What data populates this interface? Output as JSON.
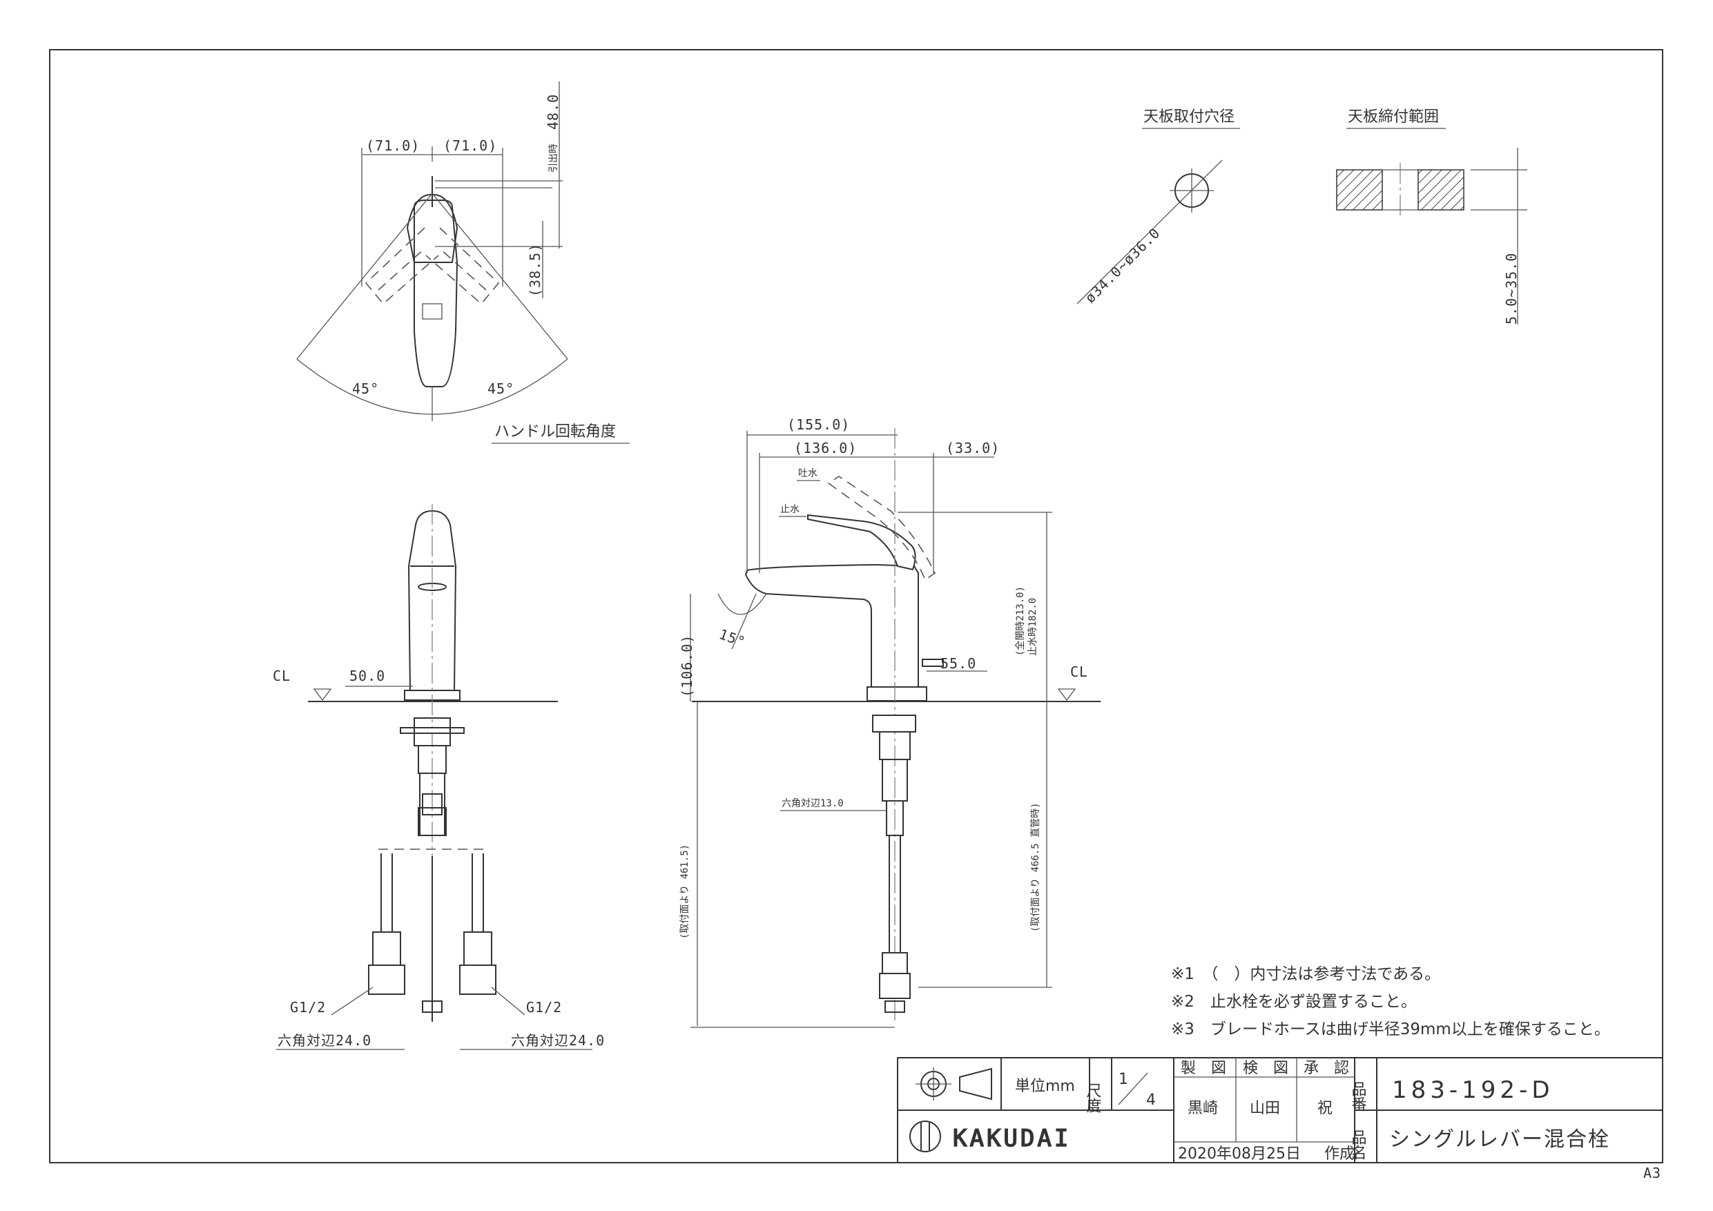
{
  "views": {
    "top": {
      "dim_left": "(71.0)",
      "dim_right": "(71.0)",
      "dim_pull": "48.0",
      "dim_pull_label": "引出時",
      "dim_height": "(38.5)",
      "angle_left": "45°",
      "angle_right": "45°",
      "title": "ハンドル回転角度"
    },
    "front": {
      "cl": "CL",
      "dim_base": "50.0",
      "g_left": "G1/2",
      "g_right": "G1/2",
      "hex_left": "六角対辺24.0",
      "hex_right": "六角対辺24.0"
    },
    "side": {
      "dim_total": "(155.0)",
      "dim_spout": "(136.0)",
      "dim_lever": "(33.0)",
      "label_discharge": "吐水",
      "label_stop": "止水",
      "angle": "15°",
      "dim_spout_height": "(106.0)",
      "dim_full_open": "(全開時213.0)",
      "dim_stop": "止水時182.0",
      "dim_base": "55.0",
      "cl": "CL",
      "hex": "六角対辺13.0",
      "dim_hose_a": "(取付面より 461.5)",
      "dim_hose_b": "(取付面より 466.5 直管時)"
    },
    "hole": {
      "title": "天板取付穴径",
      "dim": "ø34.0~ø36.0"
    },
    "plate": {
      "title": "天板締付範囲",
      "dim": "5.0~35.0"
    }
  },
  "notes": [
    "※1　（　）内寸法は参考寸法である。",
    "※2　止水栓を必ず設置すること。",
    "※3　ブレードホースは曲げ半径39mm以上を確保すること。"
  ],
  "title_block": {
    "unit": "単位mm",
    "scale_label": "尺度",
    "scale_num": "1",
    "scale_den": "4",
    "made_label": "製　図",
    "check_label": "検　図",
    "approve_label": "承　認",
    "made_by": "黒崎",
    "checked_by": "山田",
    "approved_by": "祝",
    "part_no_label": "品番",
    "part_no": "183-192-D",
    "part_name_label": "品名",
    "part_name": "シングルレバー混合栓",
    "company": "KAKUDAI",
    "date": "2020年08月25日",
    "date_suffix": "作成"
  },
  "sheet_size": "A3"
}
